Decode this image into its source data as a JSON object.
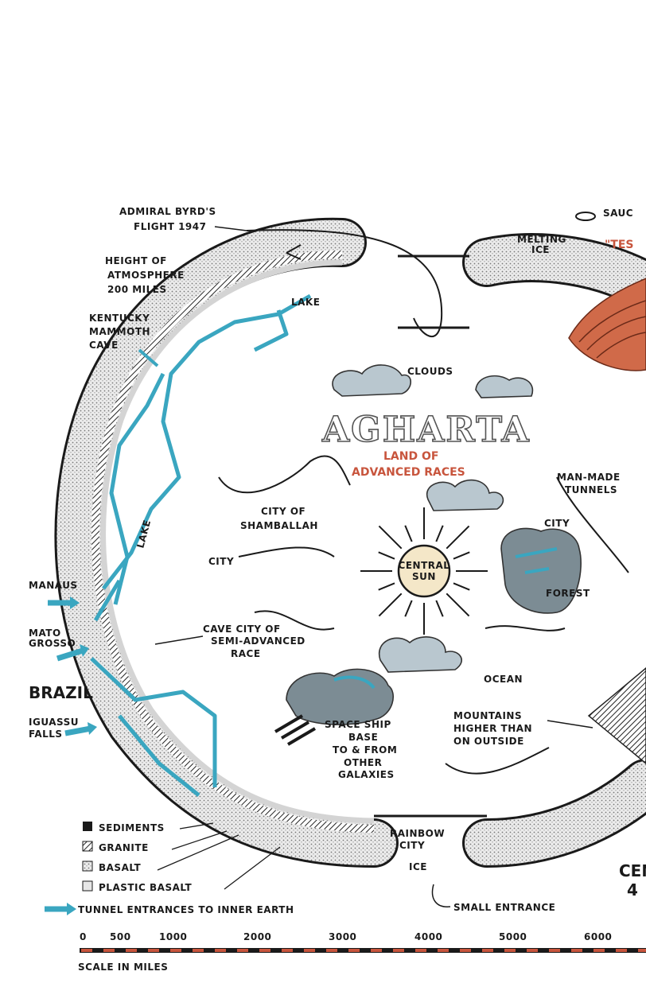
{
  "labels": {
    "admiral": [
      "ADMIRAL BYRD'S",
      "FLIGHT 1947"
    ],
    "saucer": "SAUC",
    "melting_ice": [
      "MELTING",
      "ICE"
    ],
    "tes": "\"TES",
    "atmosphere": [
      "HEIGHT OF",
      "ATMOSPHERE",
      "200 MILES"
    ],
    "lake_top": "LAKE",
    "kentucky": [
      "KENTUCKY",
      "MAMMOTH",
      "CAVE"
    ],
    "clouds": "CLOUDS",
    "title": "AGHARTA",
    "subtitle": [
      "LAND OF",
      "ADVANCED RACES"
    ],
    "man_made": [
      "MAN-MADE",
      "TUNNELS"
    ],
    "city_of": "CITY OF",
    "shamballah": "SHAMBALLAH",
    "city_left": "CITY",
    "city_right": "CITY",
    "lake_side": "LAKE",
    "central_sun": [
      "CENTRAL",
      "SUN"
    ],
    "forest": "FOREST",
    "manaus": "MANAUS",
    "mato_grosso": [
      "MATO",
      "GROSSO"
    ],
    "cave_city": [
      "CAVE CITY OF",
      "SEMI-ADVANCED",
      "RACE"
    ],
    "ocean": "OCEAN",
    "brazil": "BRAZIL",
    "mountains": [
      "MOUNTAINS",
      "HIGHER THAN",
      "ON OUTSIDE"
    ],
    "iguassu": [
      "IGUASSU",
      "FALLS"
    ],
    "space_ship": [
      "SPACE SHIP",
      "BASE",
      "TO & FROM",
      "OTHER",
      "GALAXIES"
    ],
    "rainbow": [
      "RAINBOW",
      "CITY"
    ],
    "ice": "ICE",
    "small_entrance": "SMALL ENTRANCE",
    "cen": "CEN",
    "cen_num": "4"
  },
  "legend": {
    "items": [
      "SEDIMENTS",
      "GRANITE",
      "BASALT",
      "PLASTIC BASALT"
    ],
    "tunnel": "TUNNEL ENTRANCES TO INNER EARTH"
  },
  "scale": {
    "ticks": [
      "0",
      "500",
      "1000",
      "2000",
      "3000",
      "4000",
      "5000",
      "6000"
    ],
    "caption": "SCALE IN MILES"
  },
  "colors": {
    "water": "#3aa6c0",
    "sun_accent": "#c8553d",
    "cloud": "#b9c7cf",
    "crust_dots": "#d8d8d8"
  }
}
